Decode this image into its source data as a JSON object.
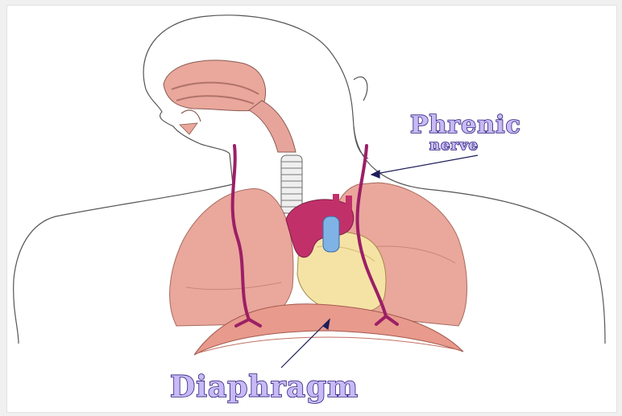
{
  "labels": {
    "phrenic_line1": "Phrenic",
    "phrenic_line2": "nerve",
    "diaphragm": "Diaphragm"
  },
  "colors": {
    "label_fill": "#c8b9f7",
    "label_stroke": "#2a1e78",
    "lung": "#eaa79c",
    "nerve": "#9c1f66",
    "heart": "#f5e3a6",
    "aorta": "#c2306a",
    "outline": "#555555"
  }
}
